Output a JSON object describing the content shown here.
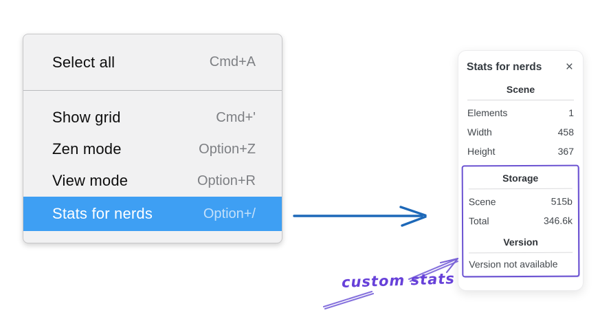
{
  "context_menu": {
    "items": [
      {
        "label": "Select all",
        "shortcut": "Cmd+A",
        "selected": false
      },
      {
        "label": "Show grid",
        "shortcut": "Cmd+'",
        "selected": false
      },
      {
        "label": "Zen mode",
        "shortcut": "Option+Z",
        "selected": false
      },
      {
        "label": "View mode",
        "shortcut": "Option+R",
        "selected": false
      },
      {
        "label": "Stats for nerds",
        "shortcut": "Option+/",
        "selected": true
      }
    ]
  },
  "stats_panel": {
    "title": "Stats for nerds",
    "close_icon": "×",
    "scene": {
      "title": "Scene",
      "rows": [
        {
          "label": "Elements",
          "value": "1"
        },
        {
          "label": "Width",
          "value": "458"
        },
        {
          "label": "Height",
          "value": "367"
        }
      ]
    },
    "storage": {
      "title": "Storage",
      "rows": [
        {
          "label": "Scene",
          "value": "515b"
        },
        {
          "label": "Total",
          "value": "346.6k"
        }
      ]
    },
    "version": {
      "title": "Version",
      "message": "Version not available"
    }
  },
  "annotation": {
    "label": "custom stats"
  },
  "colors": {
    "menu_highlight": "#3e9ff3",
    "blue_arrow": "#1d68b8",
    "annotation_purple": "#6741d9",
    "box_purple": "#6a51d1"
  }
}
